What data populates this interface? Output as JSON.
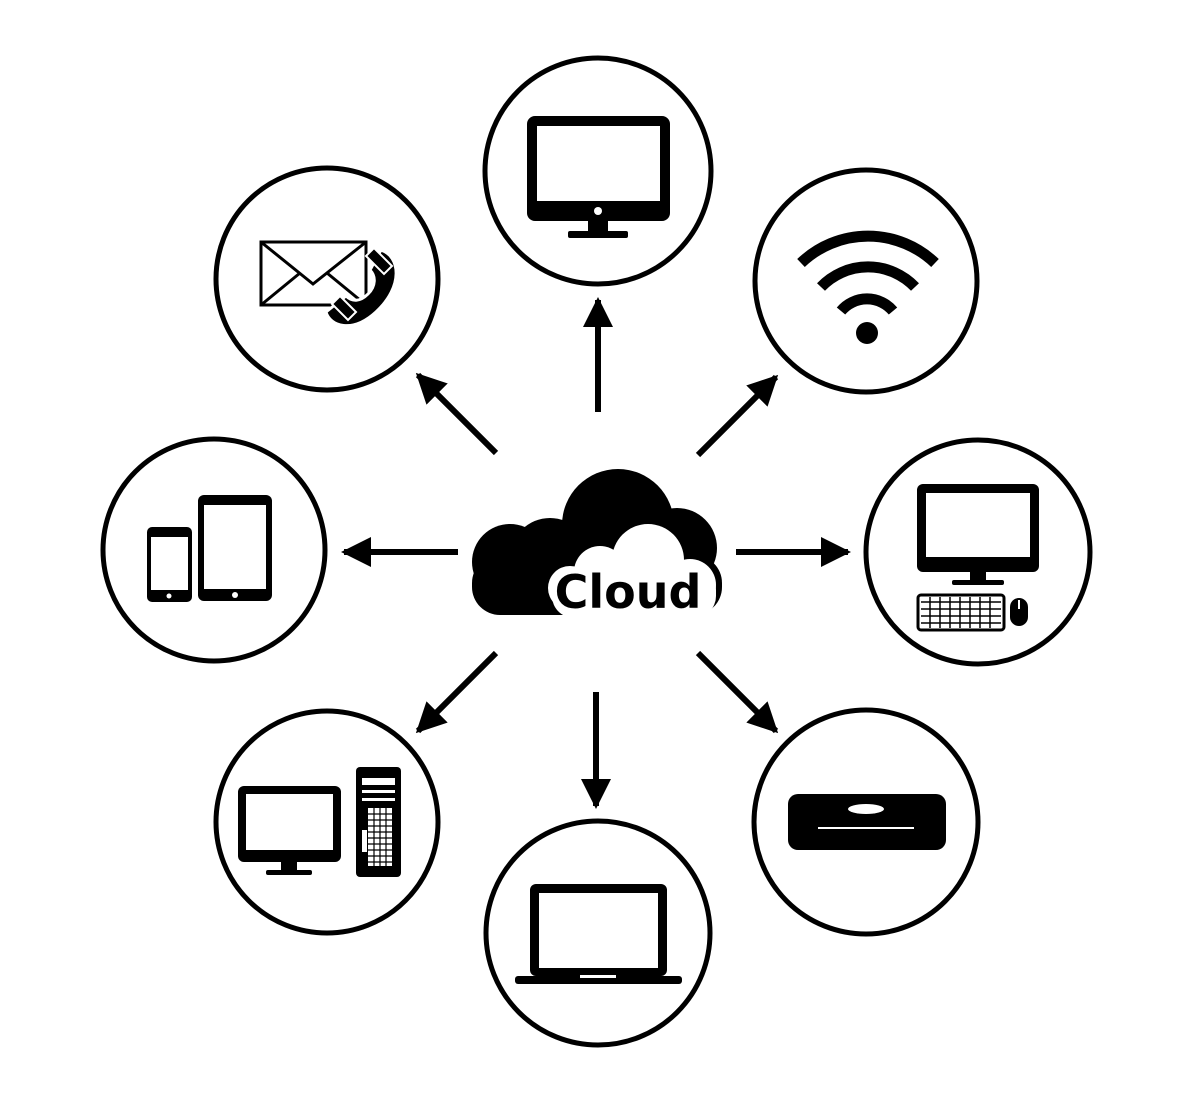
{
  "center": {
    "label": "Cloud",
    "icon": "cloud-icon"
  },
  "nodes": [
    {
      "name": "desktop-monitor",
      "icon": "desktop-monitor-icon"
    },
    {
      "name": "wifi",
      "icon": "wifi-icon"
    },
    {
      "name": "desktop-computer-keyboard-mouse",
      "icon": "desktop-computer-keyboard-mouse-icon"
    },
    {
      "name": "mini-computer",
      "icon": "mini-computer-icon"
    },
    {
      "name": "laptop",
      "icon": "laptop-icon"
    },
    {
      "name": "desktop-tower",
      "icon": "desktop-tower-icon"
    },
    {
      "name": "phone-tablet",
      "icon": "phone-tablet-icon"
    },
    {
      "name": "mail-phone",
      "icon": "mail-phone-icon"
    }
  ],
  "colors": {
    "stroke": "#000000",
    "background": "#ffffff"
  }
}
